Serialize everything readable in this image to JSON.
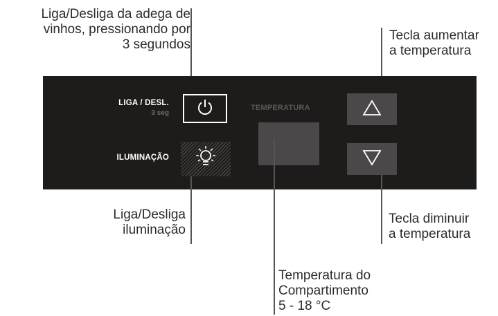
{
  "callouts": {
    "power": {
      "line1": "Liga/Desliga da adega de",
      "line2": "vinhos, pressionando por",
      "line3": "3 segundos"
    },
    "increase": {
      "line1": "Tecla aumentar",
      "line2": "a temperatura"
    },
    "light": {
      "line1": "Liga/Desliga",
      "line2": "iluminação"
    },
    "decrease": {
      "line1": "Tecla diminuir",
      "line2": "a temperatura"
    },
    "temperature": {
      "line1": "Temperatura do",
      "line2": "Compartimento",
      "line3": "5 - 18 °C"
    }
  },
  "panel": {
    "power_label": "LIGA / DESL.",
    "power_sublabel": "3 seg",
    "light_label": "ILUMINAÇÃO",
    "temperature_label": "TEMPERATURA",
    "icons": {
      "power": "power-icon",
      "light": "light-bulb-icon",
      "up": "triangle-up-icon",
      "down": "triangle-down-icon"
    }
  },
  "colors": {
    "panel_bg": "#1e1b1b",
    "button_bg": "#4a4848",
    "text": "#2b2b2b",
    "label_white": "#ffffff",
    "label_dim": "#5a5757"
  }
}
